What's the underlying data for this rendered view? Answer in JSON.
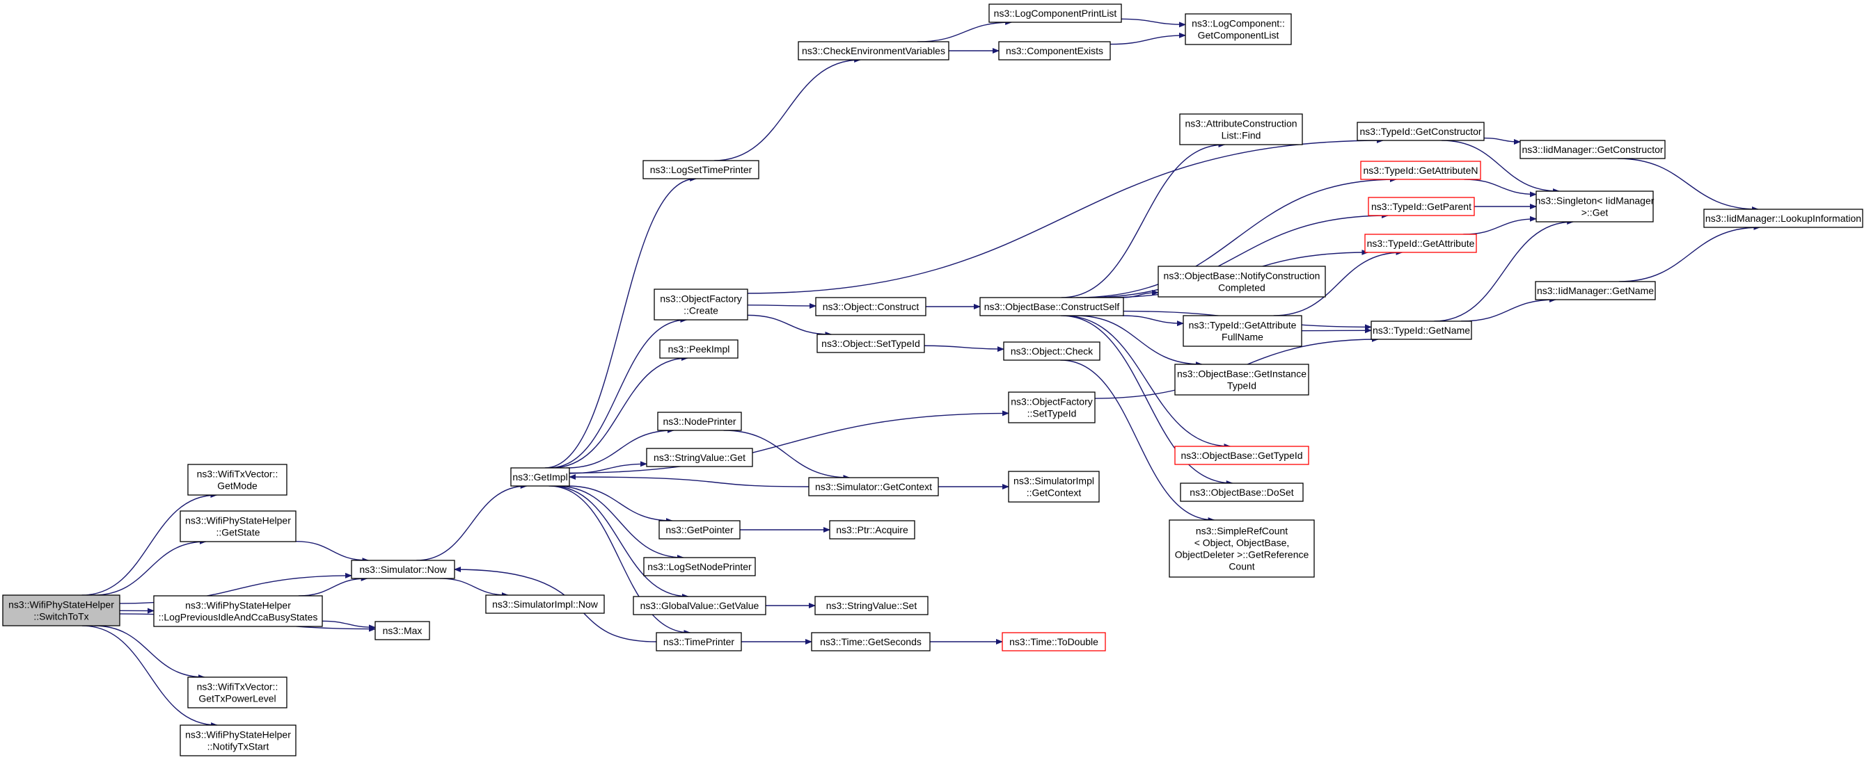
{
  "colors": {
    "edge": "#191970",
    "root_fill": "#bfbfbf",
    "node_border": "#000000",
    "red_border": "#ff0000"
  },
  "nodes": {
    "root": {
      "lines": [
        "ns3::WifiPhyStateHelper",
        "::SwitchToTx"
      ]
    },
    "wifitx_getmode": {
      "lines": [
        "ns3::WifiTxVector::",
        "GetMode"
      ]
    },
    "wpsh_getstate": {
      "lines": [
        "ns3::WifiPhyStateHelper",
        "::GetState"
      ]
    },
    "wpsh_logprev": {
      "lines": [
        "ns3::WifiPhyStateHelper",
        "::LogPreviousIdleAndCcaBusyStates"
      ]
    },
    "wifitx_gettxpower": {
      "lines": [
        "ns3::WifiTxVector::",
        "GetTxPowerLevel"
      ]
    },
    "wpsh_notifytxstart": {
      "lines": [
        "ns3::WifiPhyStateHelper",
        "::NotifyTxStart"
      ]
    },
    "sim_now": {
      "lines": [
        "ns3::Simulator::Now"
      ]
    },
    "max": {
      "lines": [
        "ns3::Max"
      ]
    },
    "simimpl_now": {
      "lines": [
        "ns3::SimulatorImpl::Now"
      ]
    },
    "getimpl": {
      "lines": [
        "ns3::GetImpl"
      ]
    },
    "logsettimeprinter": {
      "lines": [
        "ns3::LogSetTimePrinter"
      ]
    },
    "checkenv": {
      "lines": [
        "ns3::CheckEnvironmentVariables"
      ]
    },
    "logcompprintlist": {
      "lines": [
        "ns3::LogComponentPrintList"
      ]
    },
    "compexists": {
      "lines": [
        "ns3::ComponentExists"
      ]
    },
    "logcomp_getlist": {
      "lines": [
        "ns3::LogComponent::",
        "GetComponentList"
      ]
    },
    "objfactory_create": {
      "lines": [
        "ns3::ObjectFactory",
        "::Create"
      ]
    },
    "peekimpl": {
      "lines": [
        "ns3::PeekImpl"
      ]
    },
    "nodeprinter": {
      "lines": [
        "ns3::NodePrinter"
      ]
    },
    "stringvalue_get": {
      "lines": [
        "ns3::StringValue::Get"
      ]
    },
    "getpointer": {
      "lines": [
        "ns3::GetPointer"
      ]
    },
    "logsetnodeprinter": {
      "lines": [
        "ns3::LogSetNodePrinter"
      ]
    },
    "globalvalue_getvalue": {
      "lines": [
        "ns3::GlobalValue::GetValue"
      ]
    },
    "timeprinter": {
      "lines": [
        "ns3::TimePrinter"
      ]
    },
    "object_construct": {
      "lines": [
        "ns3::Object::Construct"
      ]
    },
    "object_settypeid": {
      "lines": [
        "ns3::Object::SetTypeId"
      ]
    },
    "sim_getcontext": {
      "lines": [
        "ns3::Simulator::GetContext"
      ]
    },
    "ptr_acquire": {
      "lines": [
        "ns3::Ptr::Acquire"
      ]
    },
    "stringvalue_set": {
      "lines": [
        "ns3::StringValue::Set"
      ]
    },
    "time_getseconds": {
      "lines": [
        "ns3::Time::GetSeconds"
      ]
    },
    "objbase_constructself": {
      "lines": [
        "ns3::ObjectBase::ConstructSelf"
      ]
    },
    "object_check": {
      "lines": [
        "ns3::Object::Check"
      ]
    },
    "objfactory_settypeid": {
      "lines": [
        "ns3::ObjectFactory",
        "::SetTypeId"
      ]
    },
    "simimpl_getcontext": {
      "lines": [
        "ns3::SimulatorImpl",
        "::GetContext"
      ]
    },
    "time_todouble": {
      "lines": [
        "ns3::Time::ToDouble"
      ]
    },
    "attrconstlist_find": {
      "lines": [
        "ns3::AttributeConstruction",
        "List::Find"
      ]
    },
    "objbase_notifyconst": {
      "lines": [
        "ns3::ObjectBase::NotifyConstruction",
        "Completed"
      ]
    },
    "typeid_getattrfullname": {
      "lines": [
        "ns3::TypeId::GetAttribute",
        "FullName"
      ]
    },
    "objbase_getinstancetypeid": {
      "lines": [
        "ns3::ObjectBase::GetInstance",
        "TypeId"
      ]
    },
    "objbase_gettypeid": {
      "lines": [
        "ns3::ObjectBase::GetTypeId"
      ]
    },
    "objbase_doset": {
      "lines": [
        "ns3::ObjectBase::DoSet"
      ]
    },
    "simplerefcount": {
      "lines": [
        "ns3::SimpleRefCount",
        "< Object, ObjectBase,",
        " ObjectDeleter >::GetReference",
        "Count"
      ]
    },
    "typeid_getconstructor": {
      "lines": [
        "ns3::TypeId::GetConstructor"
      ]
    },
    "typeid_getattributen": {
      "lines": [
        "ns3::TypeId::GetAttributeN"
      ]
    },
    "typeid_getparent": {
      "lines": [
        "ns3::TypeId::GetParent"
      ]
    },
    "typeid_getattribute": {
      "lines": [
        "ns3::TypeId::GetAttribute"
      ]
    },
    "typeid_getname": {
      "lines": [
        "ns3::TypeId::GetName"
      ]
    },
    "iidmanager_getconstructor": {
      "lines": [
        "ns3::IidManager::GetConstructor"
      ]
    },
    "singleton_get": {
      "lines": [
        "ns3::Singleton< IidManager",
        " >::Get"
      ]
    },
    "iidmanager_getname": {
      "lines": [
        "ns3::IidManager::GetName"
      ]
    },
    "iidmanager_lookupinfo": {
      "lines": [
        "ns3::IidManager::LookupInformation"
      ]
    }
  }
}
